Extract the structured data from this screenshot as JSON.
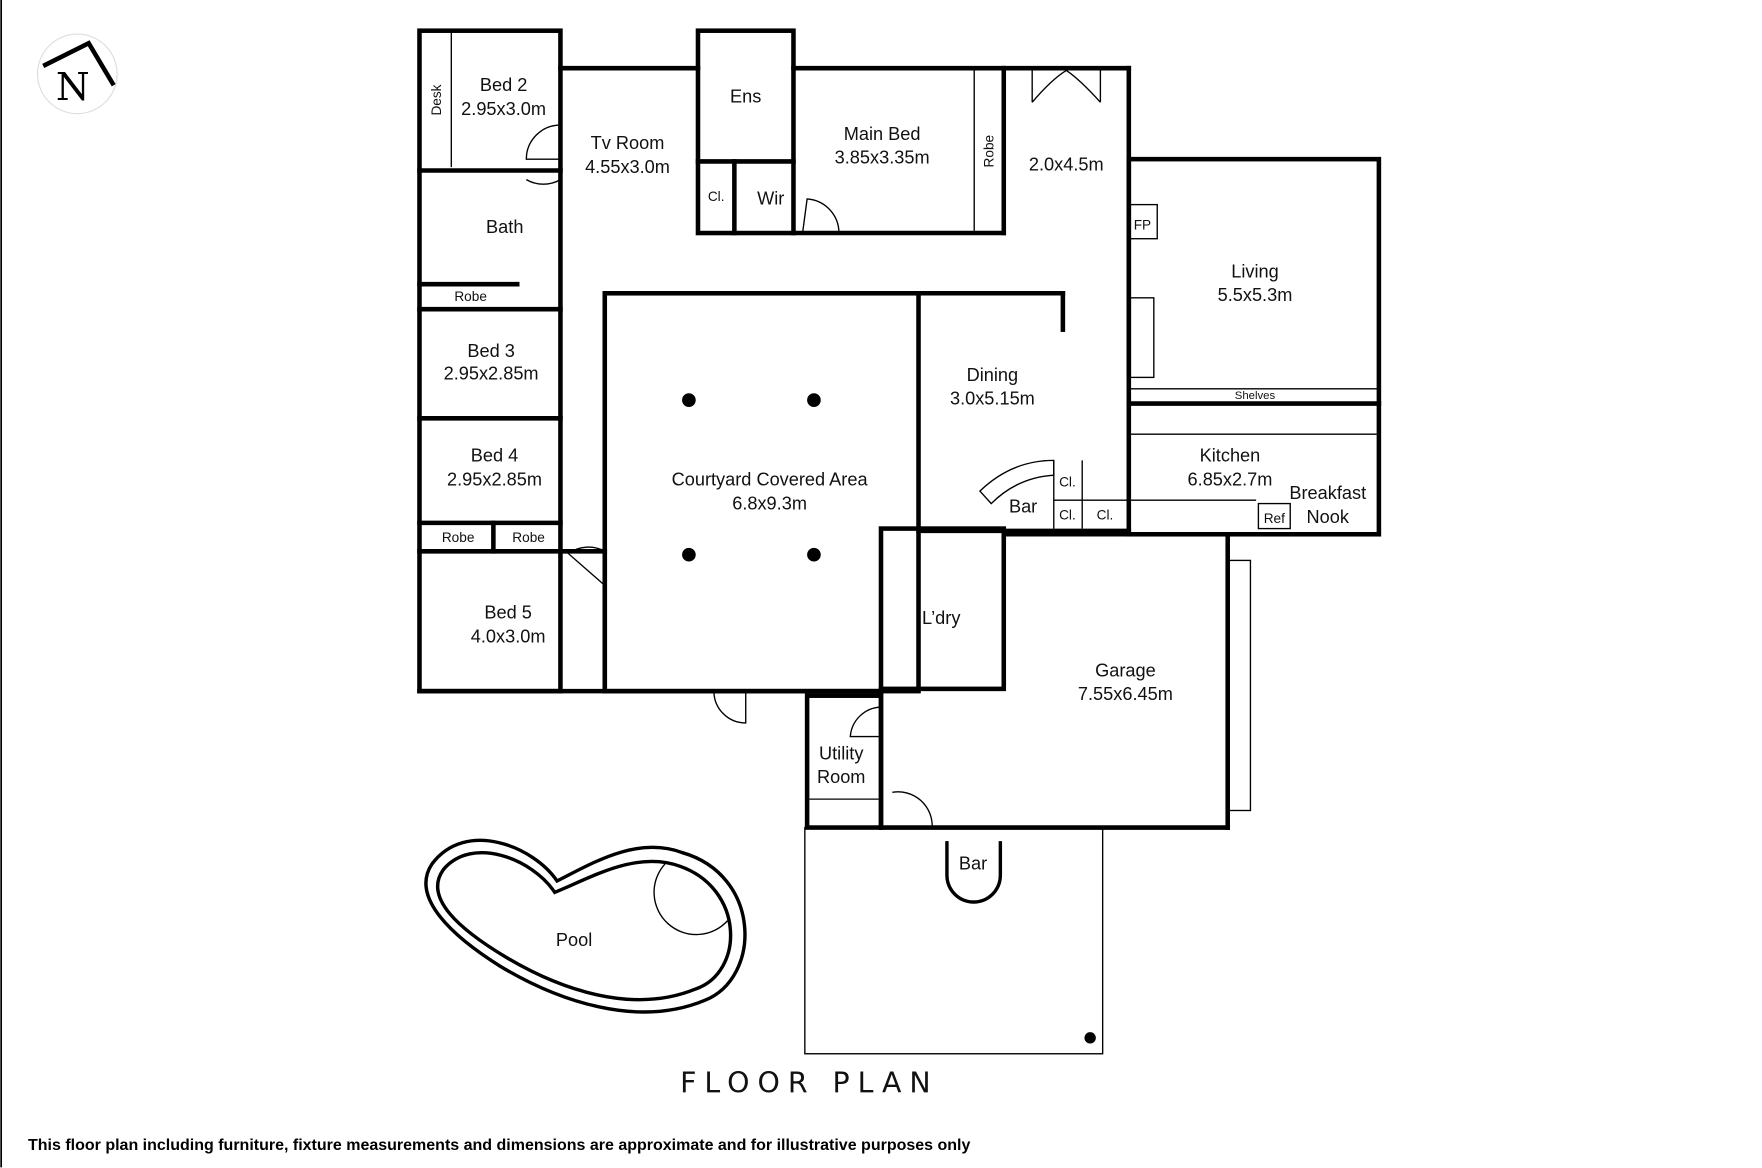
{
  "north_label": "N",
  "title": "FLOOR PLAN",
  "disclaimer": "This floor plan including furniture, fixture measurements and dimensions are approximate and for illustrative purposes only",
  "rooms": {
    "bed2": {
      "name": "Bed 2",
      "size": "2.95x3.0m"
    },
    "desk": {
      "name": "Desk"
    },
    "tv_room": {
      "name": "Tv Room",
      "size": "4.55x3.0m"
    },
    "ens": {
      "name": "Ens"
    },
    "main_bed": {
      "name": "Main Bed",
      "size": "3.85x3.35m"
    },
    "main_robe": {
      "name": "Robe"
    },
    "cl_tv": {
      "name": "Cl."
    },
    "wir": {
      "name": "Wir"
    },
    "hall": {
      "size": "2.0x4.5m"
    },
    "bath": {
      "name": "Bath"
    },
    "robe_bath": {
      "name": "Robe"
    },
    "fp": {
      "name": "FP"
    },
    "living": {
      "name": "Living",
      "size": "5.5x5.3m"
    },
    "bed3": {
      "name": "Bed 3",
      "size": "2.95x2.85m"
    },
    "courtyard": {
      "name": "Courtyard Covered Area",
      "size": "6.8x9.3m"
    },
    "dining": {
      "name": "Dining",
      "size": "3.0x5.15m"
    },
    "shelves": {
      "name": "Shelves"
    },
    "bed4": {
      "name": "Bed 4",
      "size": "2.95x2.85m"
    },
    "kitchen": {
      "name": "Kitchen",
      "size": "6.85x2.7m"
    },
    "breakfast": {
      "name": "Breakfast",
      "name2": "Nook"
    },
    "bar_inside": {
      "name": "Bar"
    },
    "cl_a": {
      "name": "Cl."
    },
    "cl_b": {
      "name": "Cl."
    },
    "cl_c": {
      "name": "Cl."
    },
    "ref": {
      "name": "Ref"
    },
    "robe4a": {
      "name": "Robe"
    },
    "robe4b": {
      "name": "Robe"
    },
    "bed5": {
      "name": "Bed 5",
      "size": "4.0x3.0m"
    },
    "laundry": {
      "name": "L’dry"
    },
    "garage": {
      "name": "Garage",
      "size": "7.55x6.45m"
    },
    "utility": {
      "name": "Utility",
      "name2": "Room"
    },
    "bar_outside": {
      "name": "Bar"
    },
    "pool": {
      "name": "Pool"
    }
  }
}
